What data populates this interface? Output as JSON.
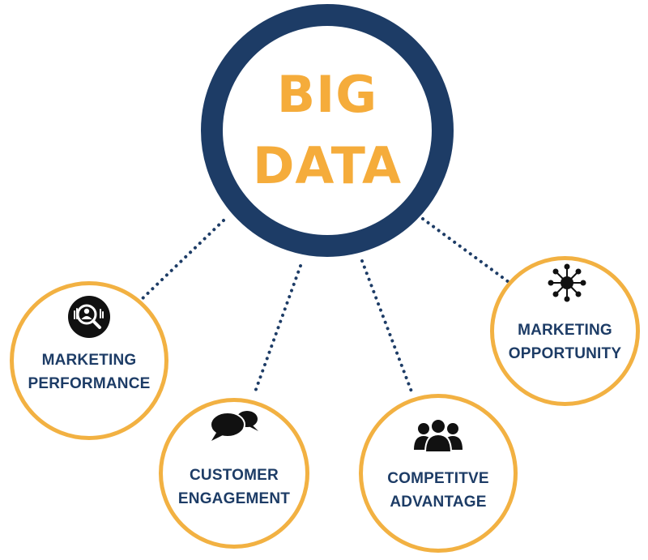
{
  "hub": {
    "line1": "BIG",
    "line2": "DATA"
  },
  "nodes": {
    "marketing_performance": {
      "line1": "MARKETING",
      "line2": "PERFORMANCE",
      "icon": "analytics-search-icon"
    },
    "customer_engagement": {
      "line1": "CUSTOMER",
      "line2": "ENGAGEMENT",
      "icon": "speech-bubbles-icon"
    },
    "competitive_advantage": {
      "line1": "COMPETITVE",
      "line2": "ADVANTAGE",
      "icon": "group-people-icon"
    },
    "marketing_opportunity": {
      "line1": "MARKETING",
      "line2": "OPPORTUNITY",
      "icon": "network-hub-icon"
    }
  },
  "colors": {
    "navy": "#1d3c66",
    "orange": "#f5ac3b",
    "ring": "#f2b142"
  }
}
